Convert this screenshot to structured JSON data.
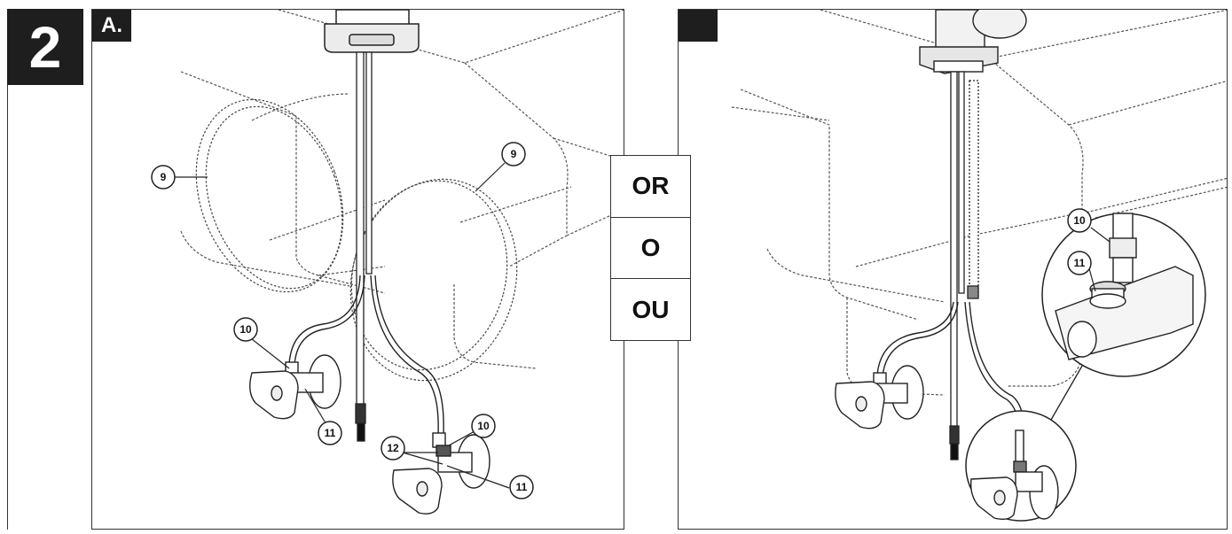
{
  "step": {
    "number": "2"
  },
  "panel_a": {
    "label": "A.",
    "callouts": {
      "hose_left": "9",
      "hose_right": "9",
      "conn_left": "10",
      "valve_left": "11",
      "conn_right": "10",
      "washer": "12",
      "valve_right": "11"
    }
  },
  "alternatives": [
    "OR",
    "O",
    "OU"
  ],
  "panel_b": {
    "label": "",
    "callouts": {
      "connector": "10",
      "outlet": "11"
    }
  }
}
